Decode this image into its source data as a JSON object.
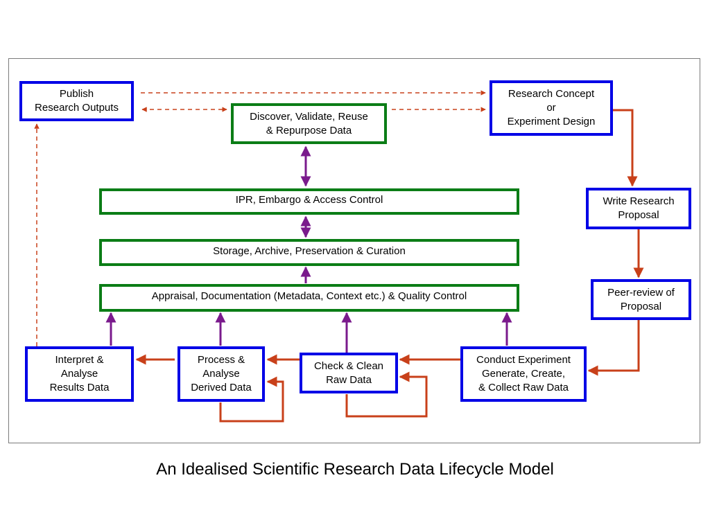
{
  "nodes": {
    "publish": "Publish\nResearch Outputs",
    "discover": "Discover, Validate, Reuse\n& Repurpose Data",
    "concept": "Research Concept\nor\nExperiment Design",
    "ipr": "IPR, Embargo & Access Control",
    "proposal": "Write Research\nProposal",
    "storage": "Storage, Archive, Preservation & Curation",
    "peer": "Peer-review of\nProposal",
    "appraisal": "Appraisal, Documentation (Metadata, Context etc.) & Quality Control",
    "interpret": "Interpret &\nAnalyse\nResults Data",
    "process": "Process &\nAnalyse\nDerived Data",
    "check": "Check & Clean\nRaw Data",
    "conduct": "Conduct Experiment\nGenerate, Create,\n& Collect Raw Data"
  },
  "caption": "An Idealised Scientific Research Data Lifecycle Model",
  "colors": {
    "blue_border": "#0000e6",
    "green_border": "#0b7d16",
    "flow_arrow": "#c8401a",
    "data_arrow": "#7a1a8c"
  }
}
